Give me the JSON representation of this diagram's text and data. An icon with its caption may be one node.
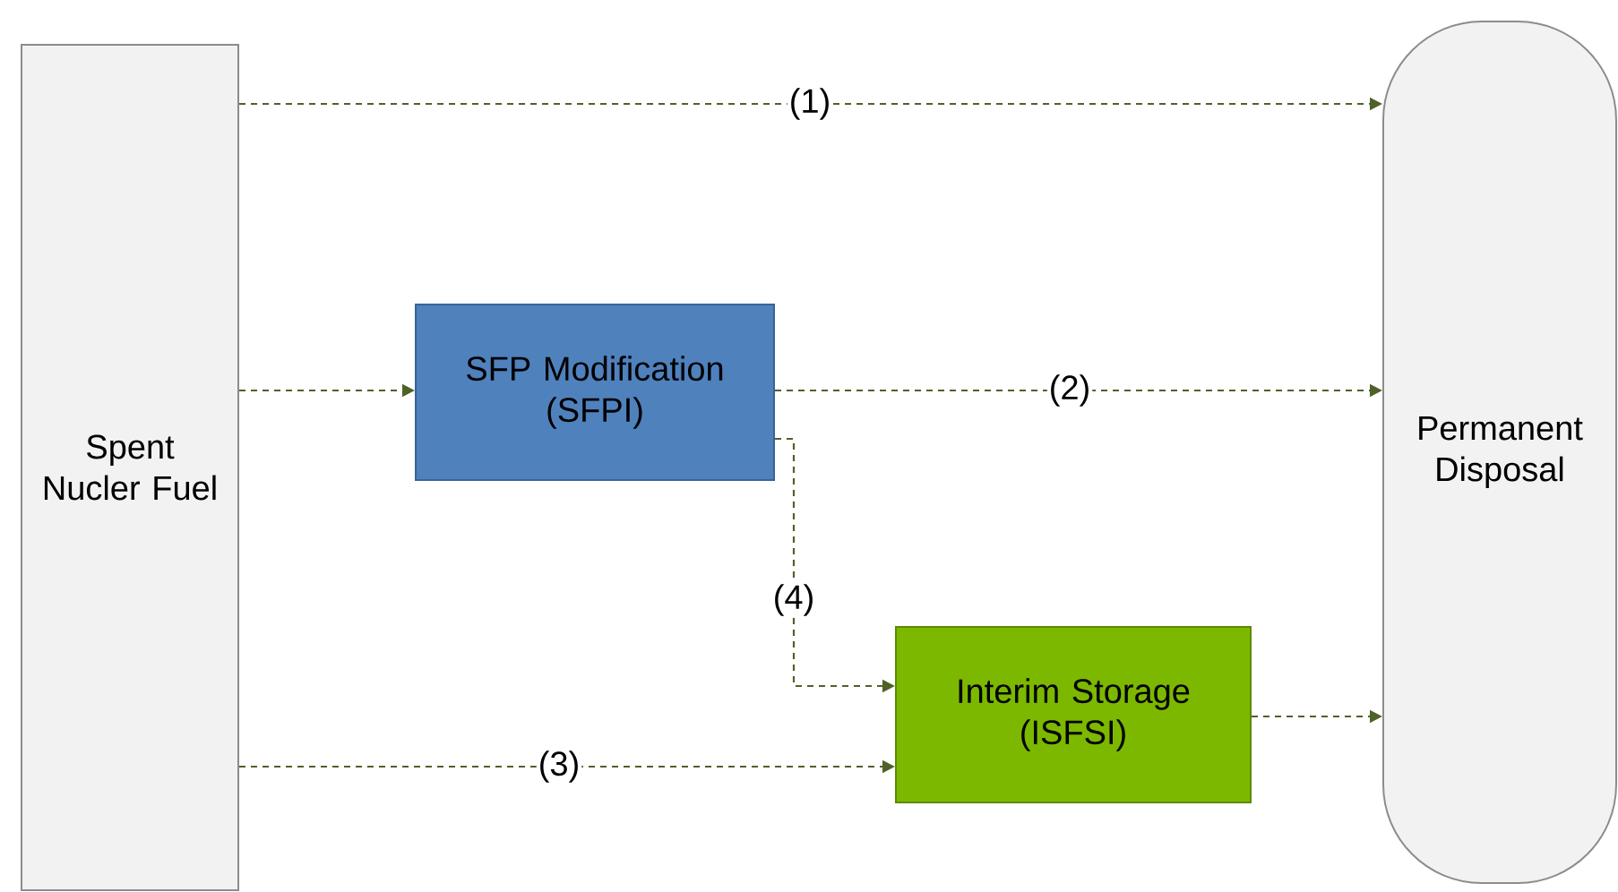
{
  "diagram": {
    "nodes": [
      {
        "text": [
          "Spent Nucler Fuel"
        ]
      },
      {
        "text": [
          "SFP Modification (SFPI)"
        ]
      },
      {
        "text": [
          "Interim Storage (ISFSI)"
        ]
      },
      {
        "text": [
          "Permanent Disposal"
        ]
      }
    ],
    "edges": [
      {
        "from": 0,
        "to": 3,
        "arrow": "to",
        "label": "(1)",
        "style": "dashed"
      },
      {
        "from": 0,
        "to": 1,
        "arrow": "to",
        "style": "dashed"
      },
      {
        "from": 1,
        "to": 3,
        "arrow": "to",
        "label": "(2)",
        "style": "dashed"
      },
      {
        "from": 1,
        "to": 2,
        "arrow": "to",
        "label": "(4)",
        "style": "dashed"
      },
      {
        "from": 0,
        "to": 2,
        "arrow": "to",
        "label": "(3)",
        "style": "dashed"
      },
      {
        "from": 2,
        "to": 3,
        "arrow": "to",
        "style": "dashed"
      }
    ]
  }
}
